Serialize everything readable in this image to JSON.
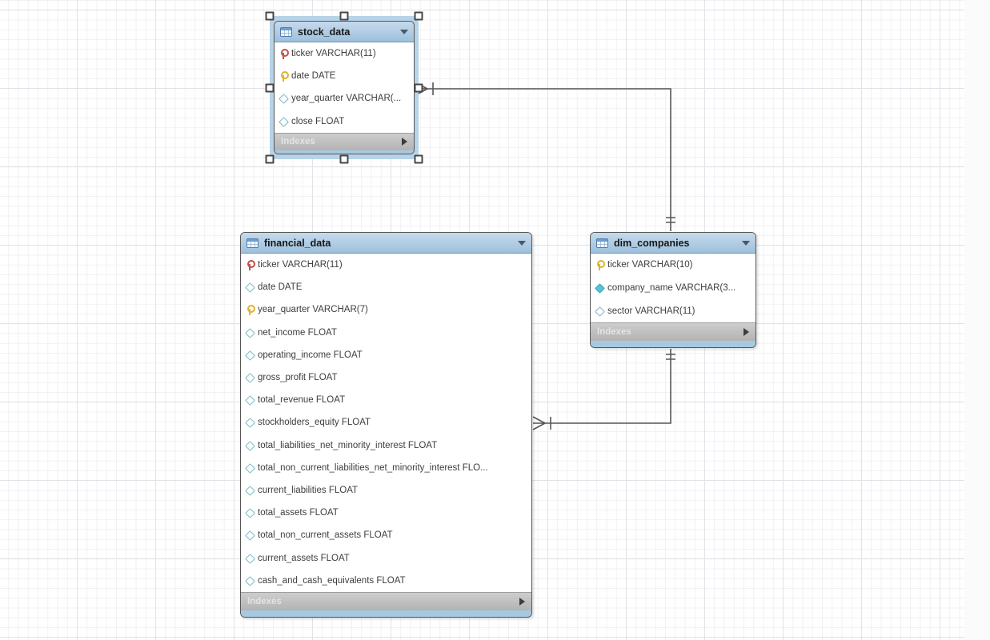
{
  "app": {
    "view": "EER Diagram canvas"
  },
  "tables": [
    {
      "name": "stock_data",
      "selected": true,
      "indexes_label": "Indexes",
      "columns": [
        {
          "icon": "key-red",
          "label": "ticker VARCHAR(11)"
        },
        {
          "icon": "key-yellow",
          "label": "date DATE"
        },
        {
          "icon": "diamond-outline",
          "label": "year_quarter VARCHAR(..."
        },
        {
          "icon": "diamond-outline",
          "label": "close FLOAT"
        }
      ]
    },
    {
      "name": "financial_data",
      "selected": false,
      "indexes_label": "Indexes",
      "columns": [
        {
          "icon": "key-red",
          "label": "ticker VARCHAR(11)"
        },
        {
          "icon": "diamond-outline",
          "label": "date DATE"
        },
        {
          "icon": "key-yellow",
          "label": "year_quarter VARCHAR(7)"
        },
        {
          "icon": "diamond-outline",
          "label": "net_income FLOAT"
        },
        {
          "icon": "diamond-outline",
          "label": "operating_income FLOAT"
        },
        {
          "icon": "diamond-outline",
          "label": "gross_profit FLOAT"
        },
        {
          "icon": "diamond-outline",
          "label": "total_revenue FLOAT"
        },
        {
          "icon": "diamond-outline",
          "label": "stockholders_equity FLOAT"
        },
        {
          "icon": "diamond-outline",
          "label": "total_liabilities_net_minority_interest FLOAT"
        },
        {
          "icon": "diamond-outline",
          "label": "total_non_current_liabilities_net_minority_interest FLO..."
        },
        {
          "icon": "diamond-outline",
          "label": "current_liabilities FLOAT"
        },
        {
          "icon": "diamond-outline",
          "label": "total_assets FLOAT"
        },
        {
          "icon": "diamond-outline",
          "label": "total_non_current_assets FLOAT"
        },
        {
          "icon": "diamond-outline",
          "label": "current_assets FLOAT"
        },
        {
          "icon": "diamond-outline",
          "label": "cash_and_cash_equivalents FLOAT"
        }
      ]
    },
    {
      "name": "dim_companies",
      "selected": false,
      "indexes_label": "Indexes",
      "columns": [
        {
          "icon": "key-yellow",
          "label": "ticker VARCHAR(10)"
        },
        {
          "icon": "diamond-filled",
          "label": "company_name VARCHAR(3..."
        },
        {
          "icon": "diamond-outline",
          "label": "sector VARCHAR(11)"
        }
      ]
    }
  ],
  "relationships": [
    {
      "from_table": "stock_data",
      "to_table": "dim_companies",
      "from_cardinality": "many, mandatory (crow's foot + bar)",
      "to_cardinality": "one, mandatory (double bar)"
    },
    {
      "from_table": "financial_data",
      "to_table": "dim_companies",
      "from_cardinality": "many, mandatory (crow's foot + bar)",
      "to_cardinality": "one, mandatory (double bar)"
    }
  ],
  "colors": {
    "header_blue": "#9dc0dd",
    "footer_blue": "#a6c9e2",
    "selection_blue": "#b7d3e8",
    "indexes_gray": "#b9b9b9",
    "wire": "#565656",
    "pk_key": "#ddb42c",
    "fk_key": "#c0504a",
    "diamond": "#55c3d8"
  }
}
